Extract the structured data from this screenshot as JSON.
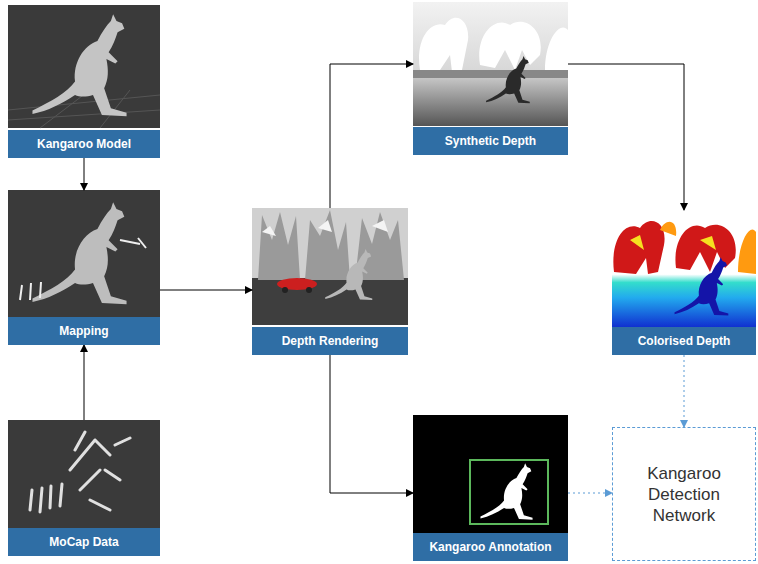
{
  "diagram": {
    "nodes": [
      {
        "text": [
          "Kangaroo Model"
        ]
      },
      {
        "text": [
          "Mapping"
        ]
      },
      {
        "text": [
          "MoCap Data"
        ]
      },
      {
        "text": [
          "Depth Rendering"
        ]
      },
      {
        "text": [
          "Synthetic Depth"
        ]
      },
      {
        "text": [
          "Colorised Depth"
        ]
      },
      {
        "text": [
          "Kangaroo Annotation"
        ]
      },
      {
        "text": [
          "Kangaroo Detection Network"
        ]
      }
    ],
    "edges": [
      {
        "from": 0,
        "to": 1,
        "arrow": "to"
      },
      {
        "from": 2,
        "to": 1,
        "arrow": "to"
      },
      {
        "from": 1,
        "to": 3,
        "arrow": "to"
      },
      {
        "from": 3,
        "to": 4,
        "arrow": "to"
      },
      {
        "from": 4,
        "to": 5,
        "arrow": "to"
      },
      {
        "from": 3,
        "to": 6,
        "arrow": "to"
      },
      {
        "from": 5,
        "to": 7,
        "arrow": "to"
      },
      {
        "from": 6,
        "to": 7,
        "arrow": "to"
      }
    ]
  }
}
